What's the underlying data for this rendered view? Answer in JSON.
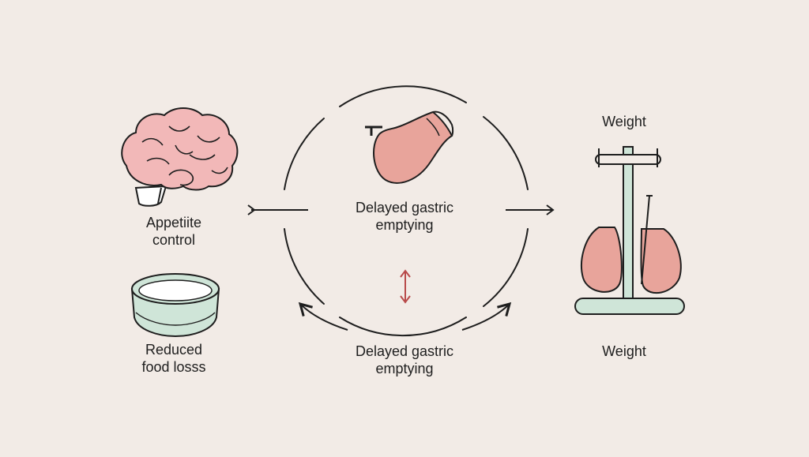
{
  "labels": {
    "appetite_control": "Appetiite\ncontrol",
    "reduced_food": "Reduced\nfood losss",
    "center_top": "Delayed gastric\nemptying",
    "center_bottom": "Delayed gastric\nemptying",
    "weight_top": "Weight",
    "weight_bottom": "Weight"
  },
  "icons": {
    "brain": "brain-icon",
    "bowl": "bowl-icon",
    "stomach": "stomach-icon",
    "scale": "scale-icon"
  },
  "colors": {
    "background": "#f2ebe6",
    "line": "#1e1e1e",
    "pink": "#e8a49b",
    "brain_pink": "#f2b8b8",
    "mint": "#cfe5d8",
    "accent_red": "#b84a4a"
  }
}
